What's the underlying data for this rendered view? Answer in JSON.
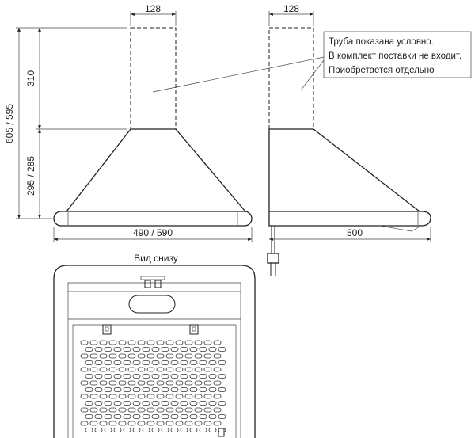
{
  "dimensions": {
    "pipe_width_front": "128",
    "pipe_width_side": "128",
    "total_height": "605 / 595",
    "pipe_height": "310",
    "body_height": "295 / 285",
    "width": "490 / 590",
    "depth": "500"
  },
  "note": {
    "line1": "Труба показана условно.",
    "line2": "В комплект поставки не входит.",
    "line3": "Приобретается отдельно"
  },
  "bottom_view": {
    "caption": "Вид снизу"
  }
}
